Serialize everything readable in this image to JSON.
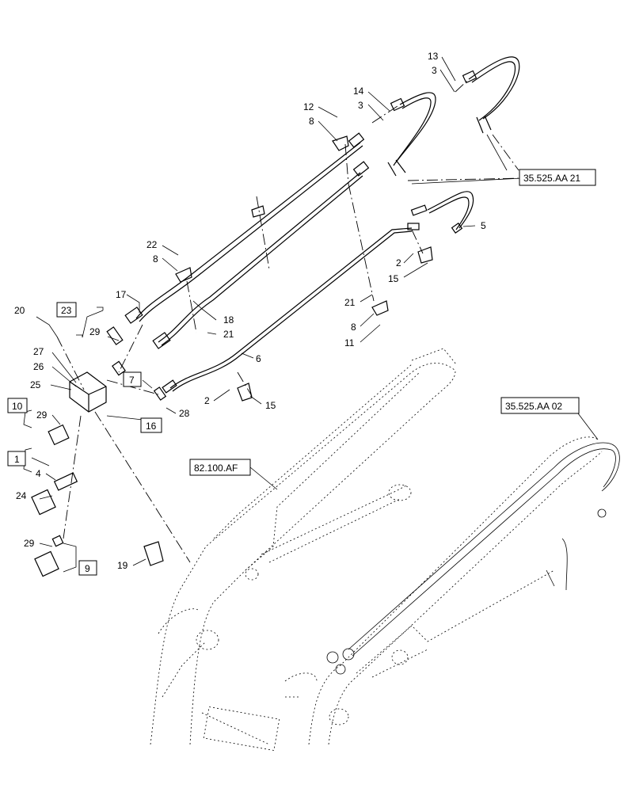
{
  "callouts": {
    "c1": "1",
    "c2a": "2",
    "c2b": "2",
    "c3a": "3",
    "c3b": "3",
    "c4": "4",
    "c5": "5",
    "c6": "6",
    "c7": "7",
    "c8a": "8",
    "c8b": "8",
    "c8c": "8",
    "c9": "9",
    "c10": "10",
    "c11": "11",
    "c12": "12",
    "c13": "13",
    "c14": "14",
    "c15a": "15",
    "c15b": "15",
    "c16": "16",
    "c17": "17",
    "c18": "18",
    "c19": "19",
    "c20": "20",
    "c21a": "21",
    "c21b": "21",
    "c22": "22",
    "c23": "23",
    "c24": "24",
    "c25": "25",
    "c26": "26",
    "c27": "27",
    "c28": "28",
    "c29a": "29",
    "c29b": "29",
    "c29c": "29"
  },
  "references": {
    "ref_35525aa21": "35.525.AA 21",
    "ref_35525aa02": "35.525.AA 02",
    "ref_82100af": "82.100.AF"
  }
}
